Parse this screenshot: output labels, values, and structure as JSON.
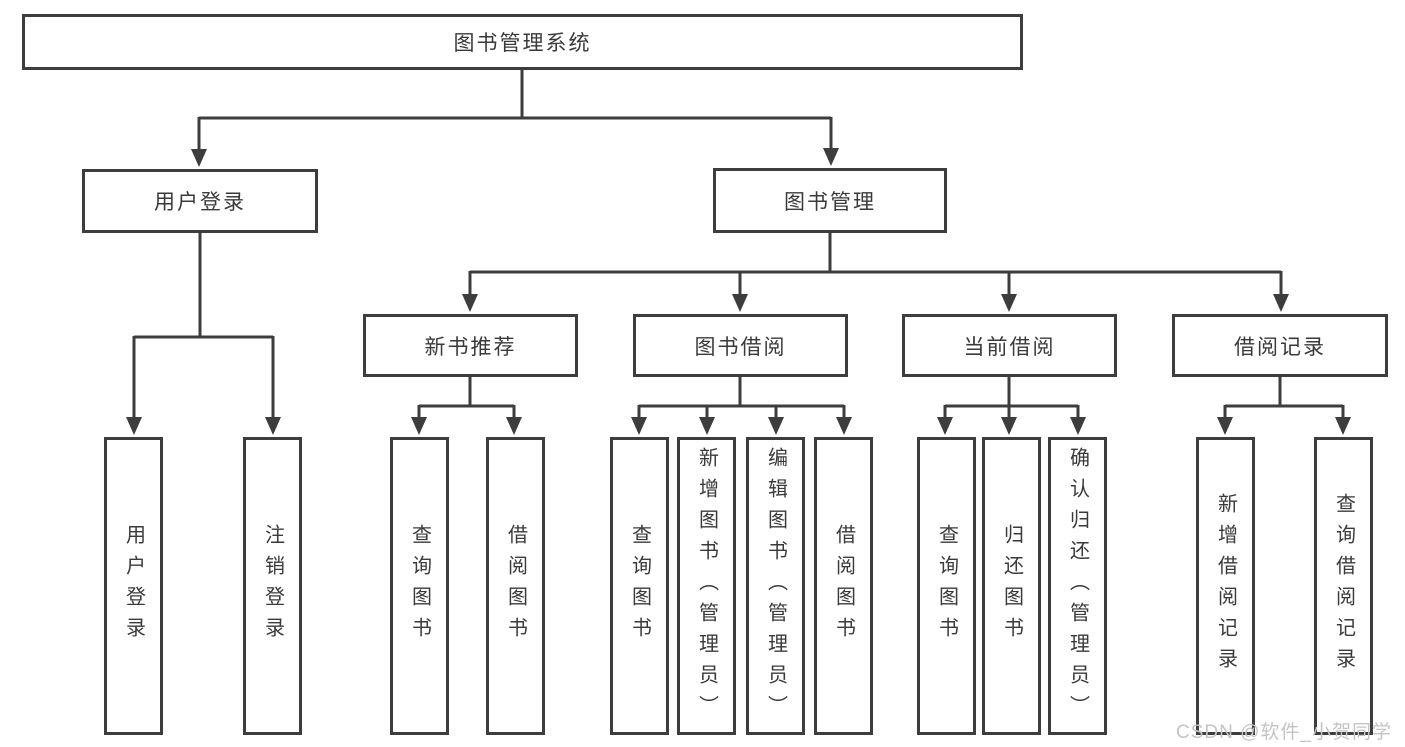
{
  "tree": {
    "root": {
      "label": "图书管理系统"
    },
    "branches": [
      {
        "label": "用户登录",
        "children": [
          {
            "label": "用户登录"
          },
          {
            "label": "注销登录"
          }
        ]
      },
      {
        "label": "图书管理",
        "children": [
          {
            "label": "新书推荐",
            "children": [
              {
                "label": "查询图书"
              },
              {
                "label": "借阅图书"
              }
            ]
          },
          {
            "label": "图书借阅",
            "children": [
              {
                "label": "查询图书"
              },
              {
                "label": "新增图书（管理员）"
              },
              {
                "label": "编辑图书（管理员）"
              },
              {
                "label": "借阅图书"
              }
            ]
          },
          {
            "label": "当前借阅",
            "children": [
              {
                "label": "查询图书"
              },
              {
                "label": "归还图书"
              },
              {
                "label": "确认归还（管理员）"
              }
            ]
          },
          {
            "label": "借阅记录",
            "children": [
              {
                "label": "新增借阅记录"
              },
              {
                "label": "查询借阅记录"
              }
            ]
          }
        ]
      }
    ]
  },
  "watermark": {
    "text": "CSDN @软件_小贺同学"
  },
  "colors": {
    "line": "#3d3d3d",
    "text": "#3a3a3a",
    "watermark": "#c4c4c4",
    "background": "#ffffff"
  }
}
